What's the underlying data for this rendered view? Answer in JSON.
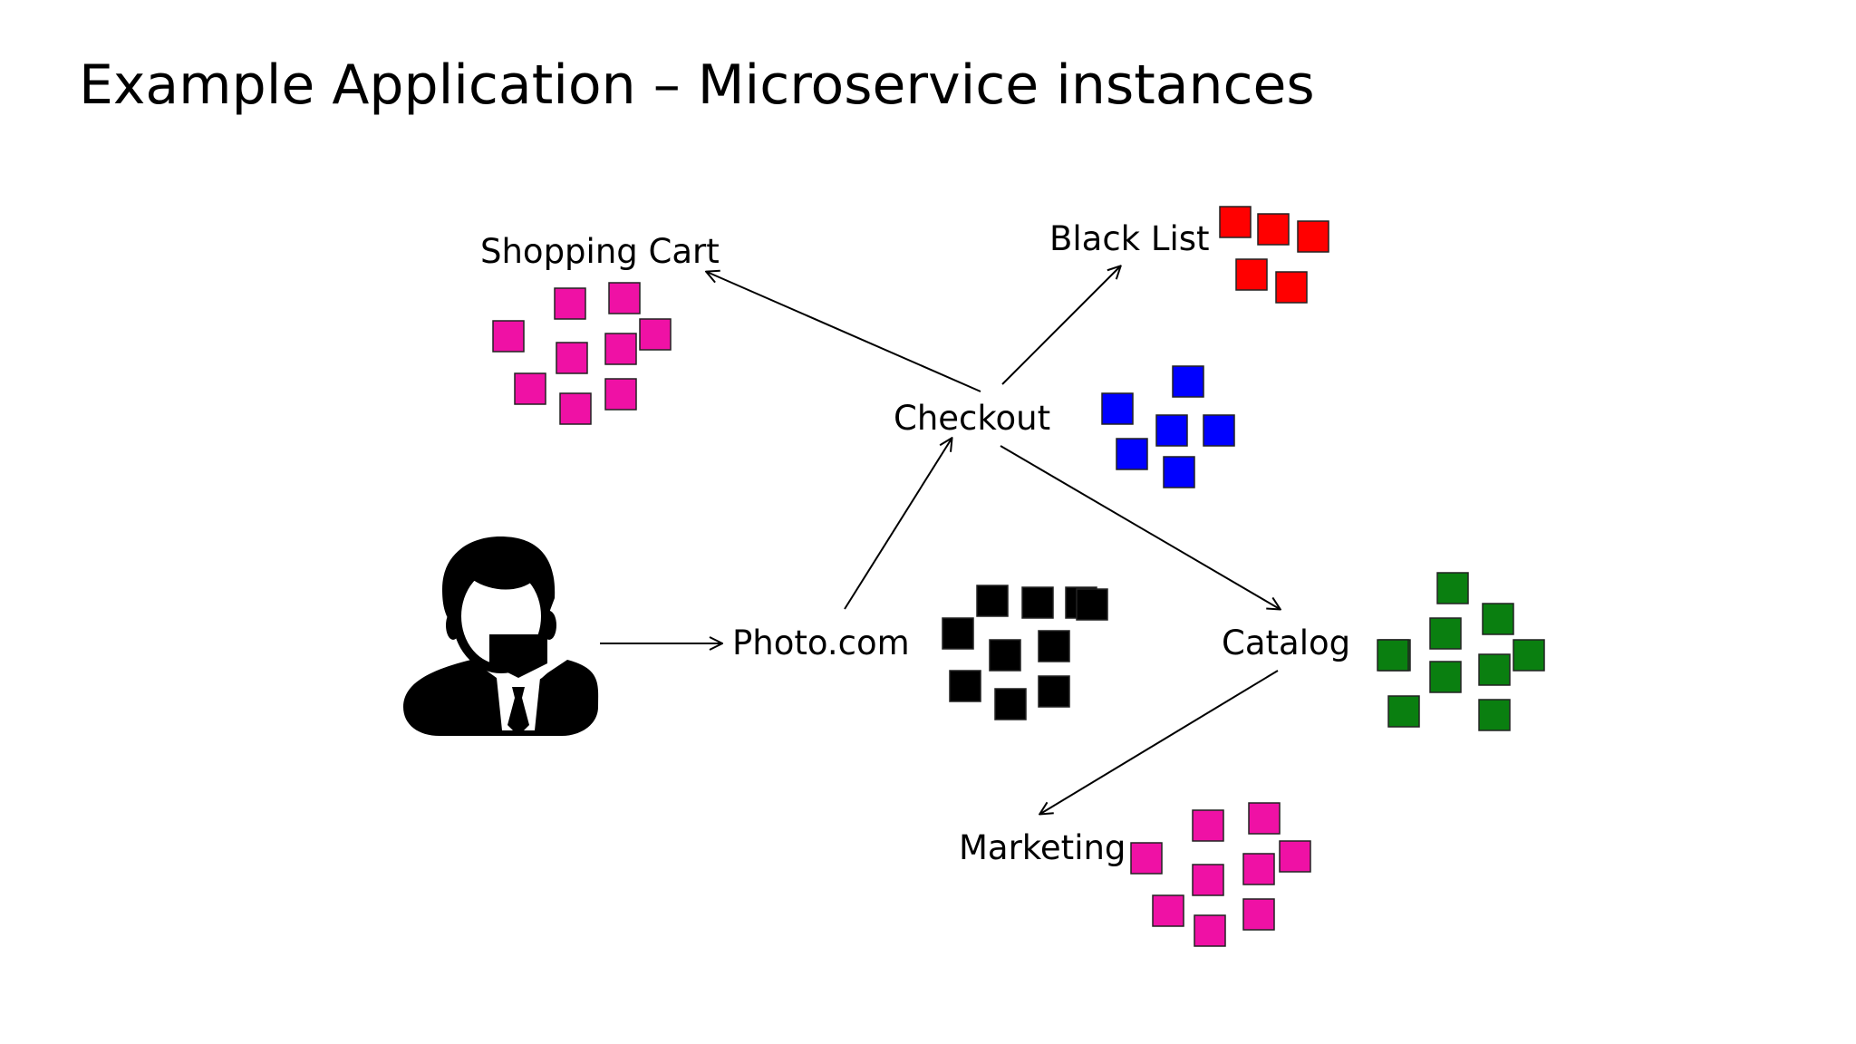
{
  "title": "Example Application – Microservice instances",
  "colors": {
    "shopping_cart": "#ef11a5",
    "black_list": "#ff0000",
    "checkout": "#0000ff",
    "photo": "#000000",
    "catalog": "#0a7f10",
    "marketing": "#ef11a5",
    "arrow": "#000000"
  },
  "nodes": {
    "user": {
      "icon": "user-businessman-icon"
    },
    "photo": {
      "label": "Photo.com",
      "instances": 10
    },
    "checkout": {
      "label": "Checkout",
      "instances": 6
    },
    "shopping_cart": {
      "label": "Shopping Cart",
      "instances": 9
    },
    "black_list": {
      "label": "Black List",
      "instances": 5
    },
    "catalog": {
      "label": "Catalog",
      "instances": 10
    },
    "marketing": {
      "label": "Marketing",
      "instances": 9
    }
  },
  "edges": [
    {
      "from": "user",
      "to": "photo"
    },
    {
      "from": "photo",
      "to": "checkout"
    },
    {
      "from": "checkout",
      "to": "shopping_cart"
    },
    {
      "from": "checkout",
      "to": "black_list"
    },
    {
      "from": "checkout",
      "to": "catalog"
    },
    {
      "from": "catalog",
      "to": "marketing"
    }
  ]
}
